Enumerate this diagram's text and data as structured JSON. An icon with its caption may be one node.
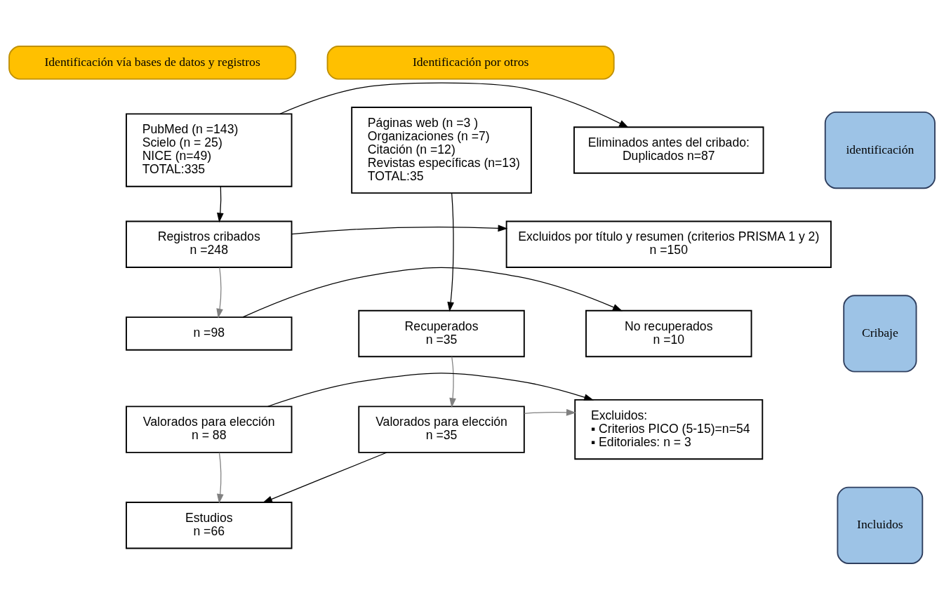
{
  "diagram": {
    "nodes": [
      {
        "text": [
          "Identificación vía bases de datos y registros"
        ]
      },
      {
        "text": [
          "Identificación por otros"
        ]
      },
      {
        "text": [
          "identificación"
        ]
      },
      {
        "text": [
          "Cribaje"
        ]
      },
      {
        "text": [
          "Incluidos"
        ]
      },
      {
        "text": [
          "PubMed (n =143)",
          "Scielo (n = 25)",
          "NICE (n=49)",
          "TOTAL:335"
        ]
      },
      {
        "text": [
          "Eliminados antes del cribado:",
          "Duplicados n=87"
        ]
      },
      {
        "text": [
          "Páginas web (n =3 )",
          "Organizaciones (n =7)",
          "Citación (n =12)",
          "Revistas específicas (n=13)",
          "TOTAL:35"
        ]
      },
      {
        "text": [
          "Registros cribados",
          "n =248"
        ]
      },
      {
        "text": [
          "Excluidos por título y resumen (criterios PRISMA 1 y 2)",
          "n =150"
        ]
      },
      {
        "text": [
          "n =98"
        ]
      },
      {
        "text": [
          "No recuperados",
          "n =10"
        ]
      },
      {
        "text": [
          "Recuperados",
          "n =35"
        ]
      },
      {
        "text": [
          "Valorados para elección",
          "n = 88"
        ]
      },
      {
        "text": [
          "Excluidos:",
          "▪ Criterios PICO (5-15)=n=54",
          "▪ Editoriales: n = 3"
        ]
      },
      {
        "text": [
          "Valorados para elección",
          "n =35"
        ]
      },
      {
        "text": [
          "Estudios",
          "n =66"
        ]
      }
    ],
    "edges": [
      {
        "from": 5,
        "to": 6,
        "arrow": "to"
      },
      {
        "from": 5,
        "to": 8,
        "arrow": "to"
      },
      {
        "from": 8,
        "to": 9,
        "arrow": "to"
      },
      {
        "from": 8,
        "to": 10,
        "arrow": "to",
        "color": "#808080"
      },
      {
        "from": 10,
        "to": 11,
        "arrow": "to"
      },
      {
        "from": 13,
        "to": 14,
        "arrow": "to"
      },
      {
        "from": 13,
        "to": 16,
        "arrow": "to",
        "color": "#808080"
      },
      {
        "from": 7,
        "to": 12,
        "arrow": "to"
      },
      {
        "from": 12,
        "to": 15,
        "arrow": "to",
        "color": "#808080"
      },
      {
        "from": 15,
        "to": 14,
        "arrow": "to",
        "color": "#808080"
      },
      {
        "from": 15,
        "to": 16,
        "arrow": "to"
      }
    ]
  }
}
